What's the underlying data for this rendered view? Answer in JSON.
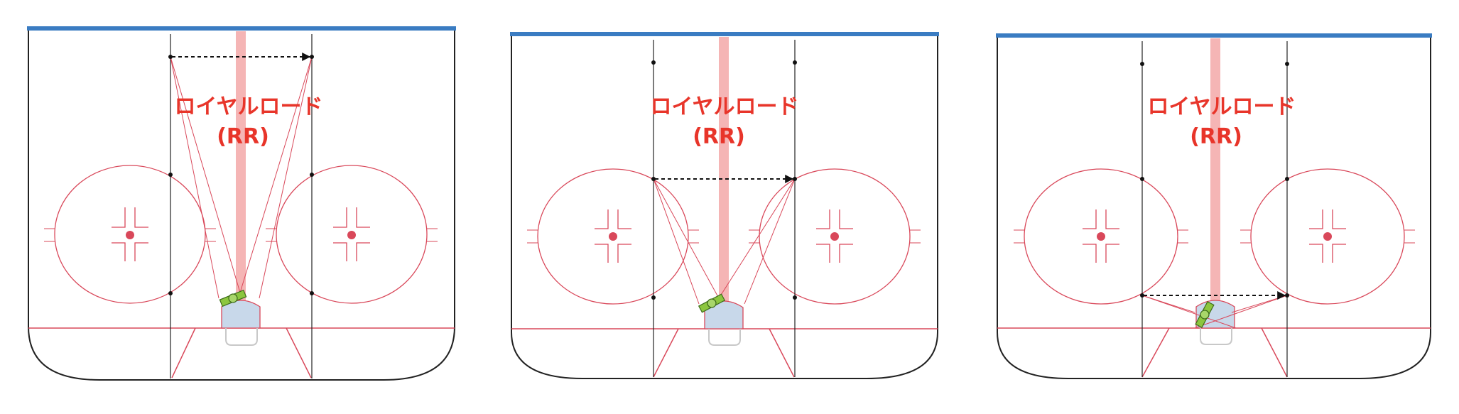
{
  "label": {
    "line1": "ロイヤルロード",
    "line2": "(RR)"
  },
  "colors": {
    "blue_line": "#3a7cc2",
    "rink_red": "#d9485a",
    "royal_road_band": "#f5b5b5",
    "label_red": "#e8352a",
    "crease_fill": "#c8d8ea",
    "goalie_green": "#8cc63f",
    "board_black": "#222222"
  },
  "panels": [
    {
      "id": "panel-1",
      "pass_line": "top"
    },
    {
      "id": "panel-2",
      "pass_line": "middle"
    },
    {
      "id": "panel-3",
      "pass_line": "bottom"
    }
  ]
}
